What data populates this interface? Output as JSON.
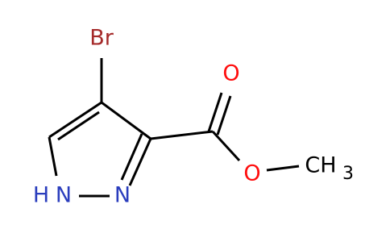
{
  "structure": {
    "atoms": [
      {
        "id": "Br",
        "text": "Br",
        "color": "#a52a2a"
      },
      {
        "id": "N1",
        "text": "N",
        "color": "#2a3dbd"
      },
      {
        "id": "H1",
        "text": "H",
        "color": "#2a3dbd"
      },
      {
        "id": "N2",
        "text": "N",
        "color": "#2a3dbd"
      },
      {
        "id": "O1",
        "text": "O",
        "color": "#ff0d0d"
      },
      {
        "id": "O2",
        "text": "O",
        "color": "#ff0d0d"
      },
      {
        "id": "CH3",
        "text": "CH",
        "color": "#000000"
      },
      {
        "id": "CH3sub",
        "text": "3",
        "color": "#000000"
      }
    ]
  }
}
